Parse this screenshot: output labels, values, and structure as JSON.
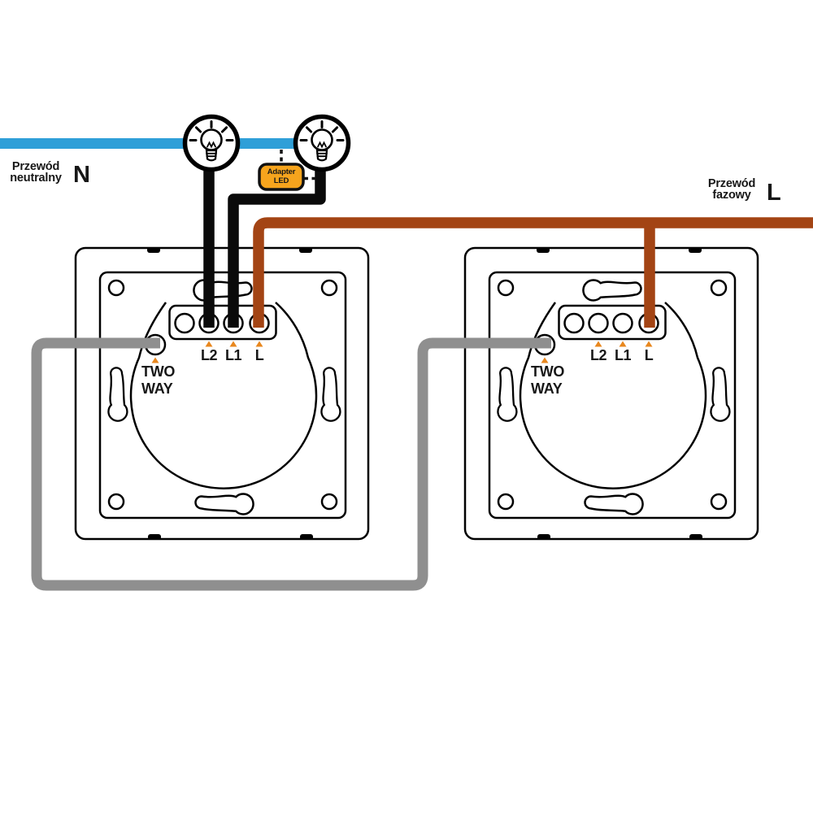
{
  "labels": {
    "neutral": {
      "line1": "Przewód",
      "line2": "neutralny",
      "symbol": "N"
    },
    "phase": {
      "line1": "Przewód",
      "line2": "fazowy",
      "symbol": "L"
    },
    "adapter": {
      "line1": "Adapter",
      "line2": "LED"
    }
  },
  "switches": [
    {
      "terminal_labels": [
        "L2",
        "L1",
        "L"
      ],
      "two_way": {
        "line1": "TWO",
        "line2": "WAY"
      }
    },
    {
      "terminal_labels": [
        "L2",
        "L1",
        "L"
      ],
      "two_way": {
        "line1": "TWO",
        "line2": "WAY"
      }
    }
  ],
  "colors": {
    "neutral_wire": "#2F9FD8",
    "phase_wire": "#A34414",
    "traveler_wire": "#8F8F8F",
    "lamp_wire": "#0A0A0A",
    "adapter_fill": "#F6A41D",
    "marker_triangle": "#E8871E",
    "outline": "#000000"
  }
}
